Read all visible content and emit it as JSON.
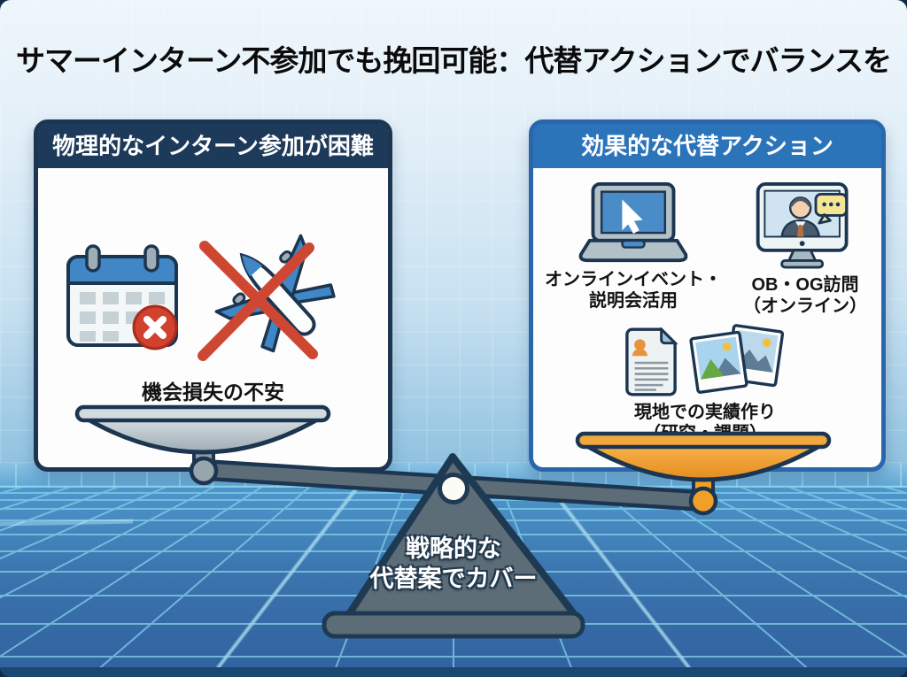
{
  "title": "サマーインターン不参加でも挽回可能：代替アクションでバランスを",
  "left_panel": {
    "header": "物理的なインターン参加が困難",
    "caption": "機会損失の不安",
    "icons": [
      {
        "name": "blocked-calendar-icon"
      },
      {
        "name": "no-flight-airplane-icon"
      }
    ]
  },
  "right_panel": {
    "header": "効果的な代替アクション",
    "items": [
      {
        "icon": "laptop-cursor-icon",
        "label_lines": [
          "オンラインイベント・",
          "説明会活用"
        ]
      },
      {
        "icon": "video-call-monitor-icon",
        "label_lines": [
          "OB・OG訪問",
          "（オンライン）"
        ]
      },
      {
        "icons": [
          "resume-document-icon",
          "photos-icon"
        ],
        "label_lines": [
          "現地での実績作り",
          "（研究・課題）"
        ]
      }
    ]
  },
  "balance_scale": {
    "fulcrum_label_lines": [
      "戦略的な",
      "代替案でカバー"
    ],
    "left_pan": "silver",
    "right_pan": "orange",
    "tilt": "right-side-down"
  },
  "colors": {
    "left_header_bg": "#1d3a5a",
    "right_header_bg": "#2b74ba",
    "outline_navy": "#1e3a52",
    "alert_red": "#d2402e",
    "pan_silver": "#b6c2ca",
    "pan_orange": "#f0a73e",
    "floor_blue": "#3b72ab",
    "grid_cyan": "#8fd4ec"
  }
}
